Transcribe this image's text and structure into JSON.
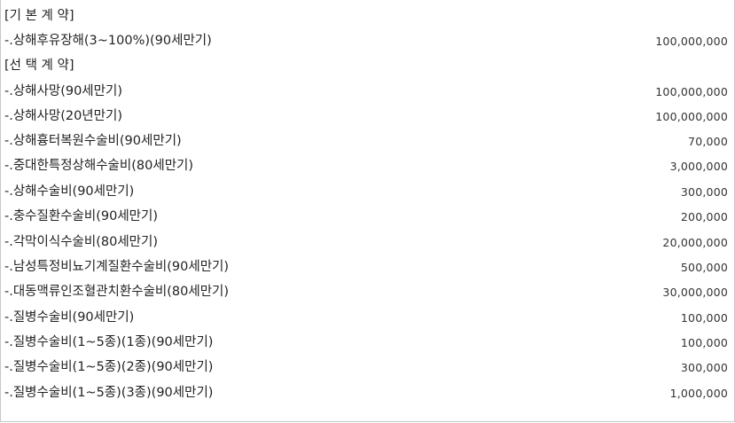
{
  "basic_contract": {
    "header": "[기 본 계 약]",
    "items": [
      {
        "label": "-.상해후유장해(3~100%)(90세만기)",
        "amount": "100,000,000"
      }
    ]
  },
  "optional_contract": {
    "header": "[선 택 계 약]",
    "items": [
      {
        "label": "-.상해사망(90세만기)",
        "amount": "100,000,000"
      },
      {
        "label": "-.상해사망(20년만기)",
        "amount": "100,000,000"
      },
      {
        "label": "-.상해흉터복원수술비(90세만기)",
        "amount": "70,000"
      },
      {
        "label": "-.중대한특정상해수술비(80세만기)",
        "amount": "3,000,000"
      },
      {
        "label": "-.상해수술비(90세만기)",
        "amount": "300,000"
      },
      {
        "label": "-.충수질환수술비(90세만기)",
        "amount": "200,000"
      },
      {
        "label": "-.각막이식수술비(80세만기)",
        "amount": "20,000,000"
      },
      {
        "label": "-.남성특정비뇨기계질환수술비(90세만기)",
        "amount": "500,000"
      },
      {
        "label": "-.대동맥류인조혈관치환수술비(80세만기)",
        "amount": "30,000,000"
      },
      {
        "label": "-.질병수술비(90세만기)",
        "amount": "100,000"
      },
      {
        "label": "-.질병수술비(1~5종)(1종)(90세만기)",
        "amount": "100,000"
      },
      {
        "label": "-.질병수술비(1~5종)(2종)(90세만기)",
        "amount": "300,000"
      },
      {
        "label": "-.질병수술비(1~5종)(3종)(90세만기)",
        "amount": "1,000,000"
      }
    ]
  }
}
